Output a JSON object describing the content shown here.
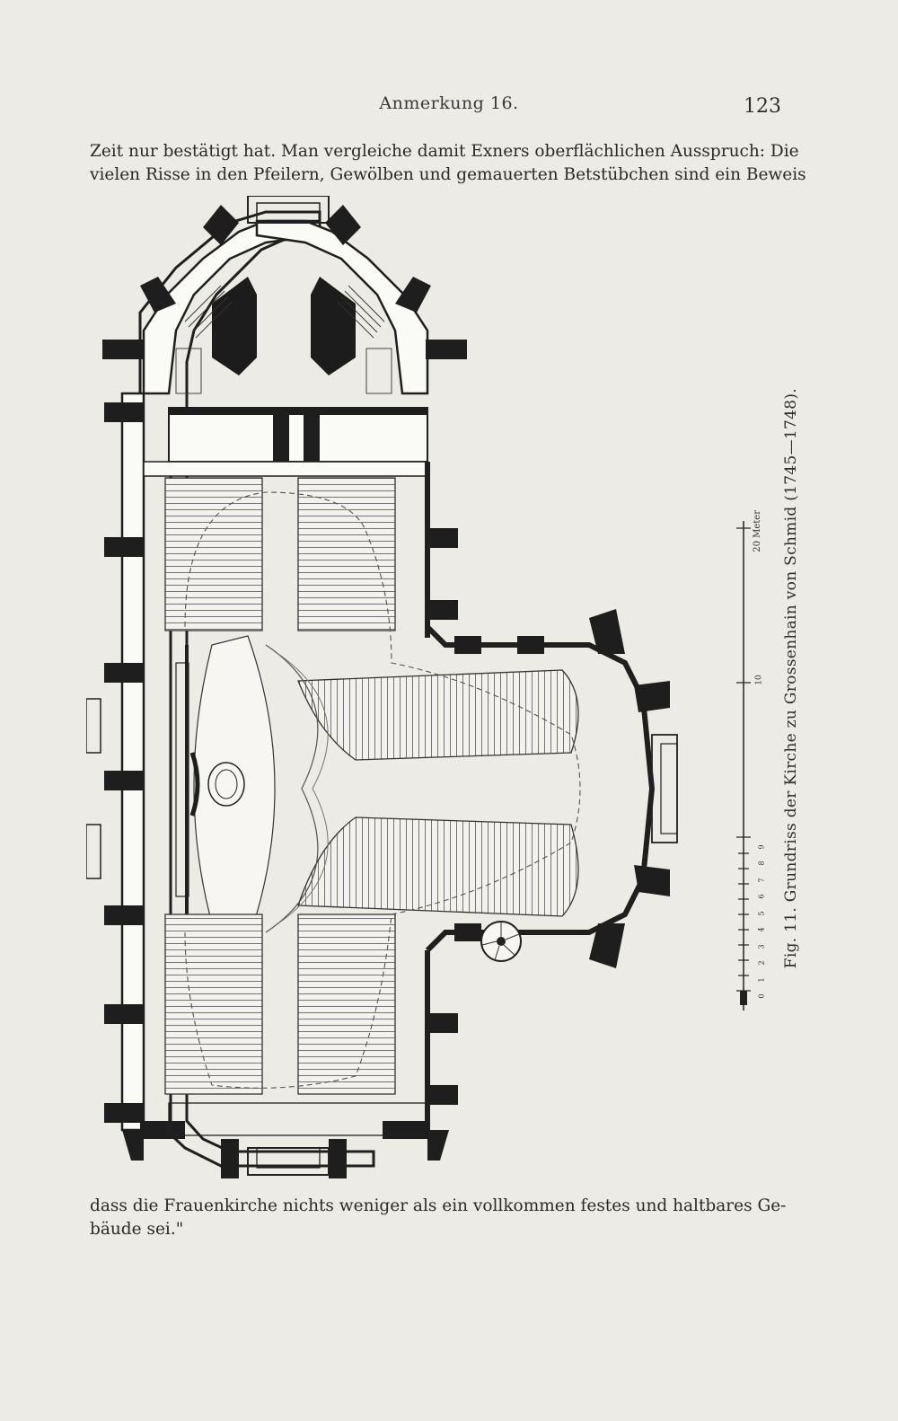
{
  "header": {
    "running_title": "Anmerkung 16.",
    "page_number": "123"
  },
  "text_top": [
    "Zeit nur bestätigt hat. Man vergleiche damit Exners oberflächlichen Ausspruch: Die",
    "vielen Risse in den Pfeilern, Gewölben und gemauerten Betstübchen sind ein Beweis"
  ],
  "text_bottom": [
    "dass die Frauenkirche nichts weniger als ein vollkommen festes und haltbares Ge-",
    "bäude sei.\""
  ],
  "figure": {
    "caption": "Fig. 11. Grundriss der Kirche zu Grossenhain von Schmid (1745—1748).",
    "scale_top_label": "20 Meter",
    "scale_mid_label": "10",
    "scale_small_labels": [
      "0",
      "1",
      "2",
      "3",
      "4",
      "5",
      "6",
      "7",
      "8",
      "9"
    ]
  },
  "colors": {
    "paper": "#ecebe6",
    "ink": "#2a2a2a"
  }
}
